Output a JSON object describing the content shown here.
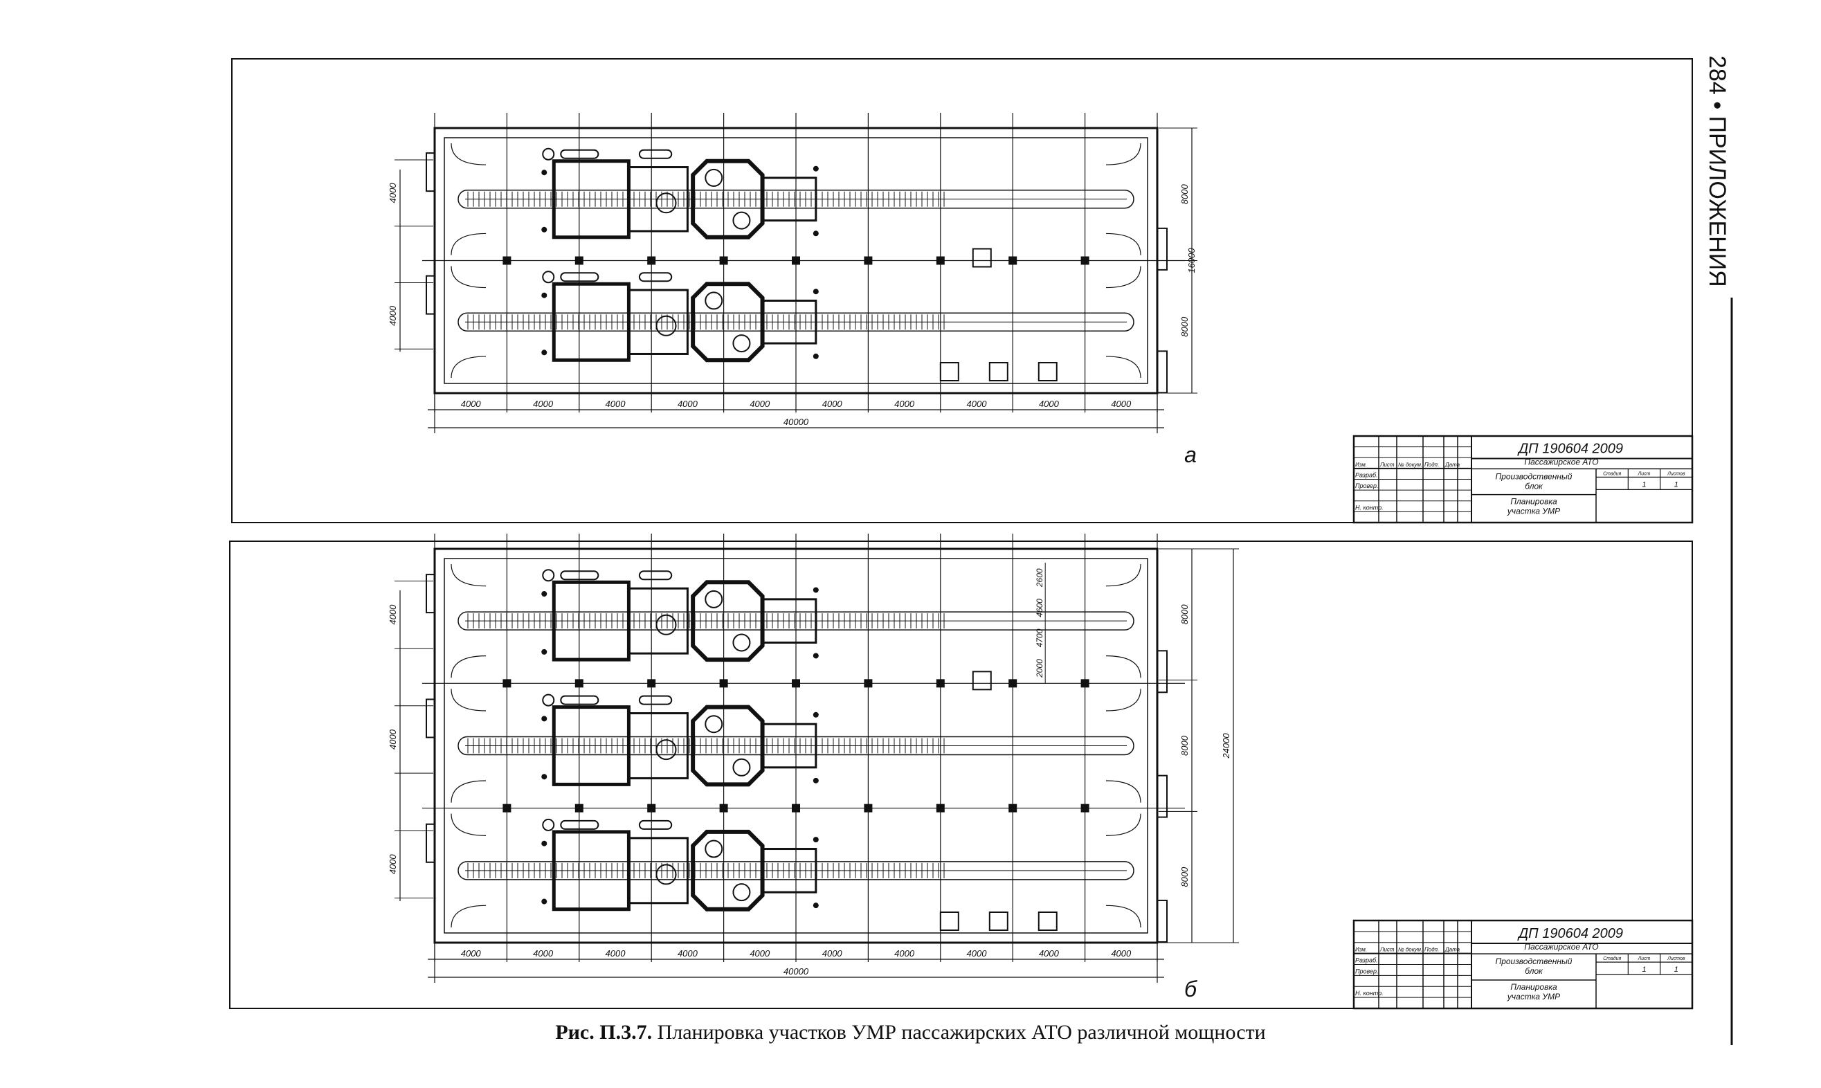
{
  "page_header": {
    "page_number": "284",
    "separator": "•",
    "section": "ПРИЛОЖЕНИЯ"
  },
  "figure_caption": {
    "number": "Рис. П.3.7.",
    "text": "Планировка участков УМР пассажирских АТО различной мощности"
  },
  "panels": [
    {
      "label": "а",
      "lines": 2,
      "dims_bottom": [
        "4000",
        "4000",
        "4000",
        "4000",
        "4000",
        "4000",
        "4000",
        "4000",
        "4000",
        "4000"
      ],
      "total_width": "40000",
      "dims_left": [
        "4000",
        "4000"
      ],
      "dims_right": [
        "8000",
        "8000"
      ],
      "total_height": "16000",
      "title_block": {
        "code": "ДП 190604 2009",
        "org": "Пассажирское АТО",
        "block": "Производственный блок",
        "sheet_title": "Планировка участка УМР",
        "roles": [
          "Разраб.",
          "Провер.",
          "Н. контр."
        ],
        "header_cells": [
          "Изм.",
          "Лист",
          "№ докум.",
          "Подп.",
          "Дата"
        ],
        "stage_labels": [
          "Стадия",
          "Лист",
          "Листов"
        ],
        "sheet": "1",
        "sheets": "1"
      }
    },
    {
      "label": "б",
      "lines": 3,
      "dims_bottom": [
        "4000",
        "4000",
        "4000",
        "4000",
        "4000",
        "4000",
        "4000",
        "4000",
        "4000",
        "4000"
      ],
      "total_width": "40000",
      "dims_left": [
        "4000",
        "4000",
        "4000"
      ],
      "dims_right": [
        "8000",
        "8000",
        "8000"
      ],
      "total_height": "24000",
      "inner_dims": [
        "2000",
        "4700",
        "4600",
        "2600"
      ],
      "title_block": {
        "code": "ДП 190604 2009",
        "org": "Пассажирское АТО",
        "block": "Производственный блок",
        "sheet_title": "Планировка участка УМР",
        "roles": [
          "Разраб.",
          "Провер.",
          "Н. контр."
        ],
        "header_cells": [
          "Изм.",
          "Лист",
          "№ докум.",
          "Подп.",
          "Дата"
        ],
        "stage_labels": [
          "Стадия",
          "Лист",
          "Листов"
        ],
        "sheet": "1",
        "sheets": "1"
      }
    }
  ]
}
